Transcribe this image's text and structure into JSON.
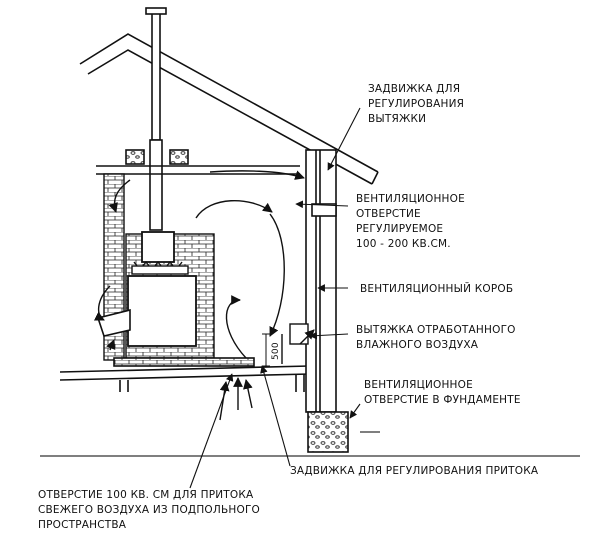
{
  "labels": {
    "exhaust_damper": [
      "ЗАДВИЖКА ДЛЯ",
      "РЕГУЛИРОВАНИЯ",
      "ВЫТЯЖКИ"
    ],
    "vent_opening": [
      "ВЕНТИЛЯЦИОННОЕ",
      "ОТВЕРСТИЕ",
      "РЕГУЛИРУЕМОЕ",
      "100 - 200 КВ.СМ."
    ],
    "vent_duct": [
      "ВЕНТИЛЯЦИОННЫЙ КОРОБ"
    ],
    "exhaust_humid_air": [
      "ВЫТЯЖКА ОТРАБОТАННОГО",
      "ВЛАЖНОГО ВОЗДУХА"
    ],
    "foundation_vent": [
      "ВЕНТИЛЯЦИОННОЕ",
      "ОТВЕРСТИЕ В ФУНДАМЕНТЕ"
    ],
    "supply_damper": [
      "ЗАДВИЖКА ДЛЯ РЕГУЛИРОВАНИЯ ПРИТОКА"
    ],
    "floor_opening": [
      "ОТВЕРСТИЕ 100 КВ. СМ ДЛЯ ПРИТОКА",
      "СВЕЖЕГО ВОЗДУХА ИЗ ПОДПОЛЬНОГО",
      "ПРОСТРАНСТВА"
    ],
    "dimension": "500"
  },
  "colors": {
    "ink": "#111111",
    "brick_fill": "#ffffff",
    "shade": "#555555"
  }
}
